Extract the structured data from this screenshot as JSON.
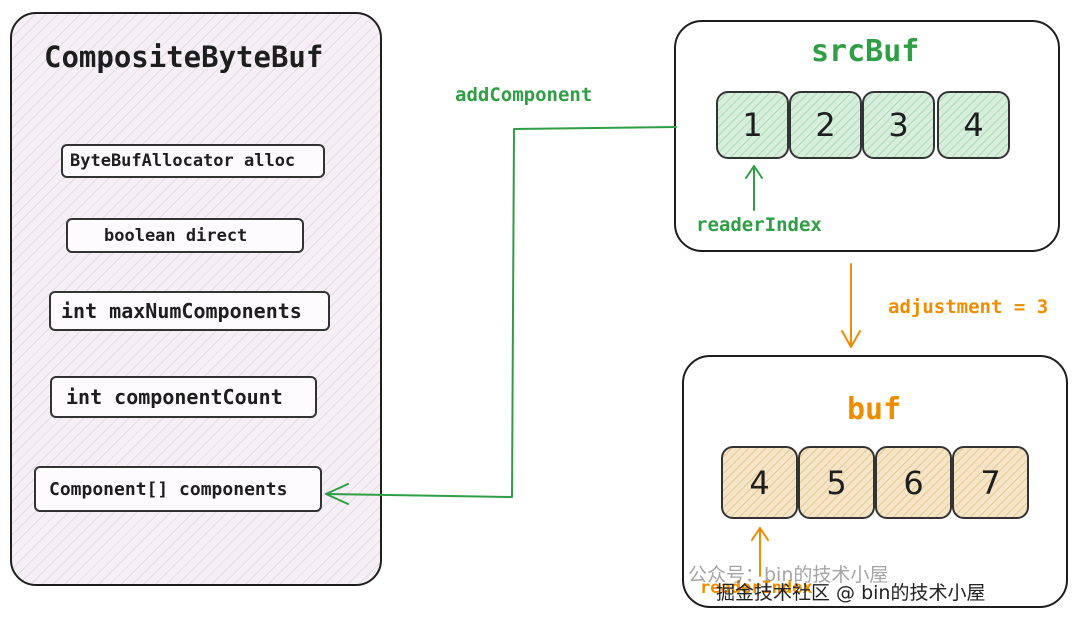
{
  "composite": {
    "title": "CompositeByteBuf",
    "fields": [
      "ByteBufAllocator alloc",
      "boolean direct",
      "int maxNumComponents",
      "int componentCount",
      "Component[] components"
    ]
  },
  "edges": {
    "add_component": "addComponent",
    "adjustment": "adjustment = 3"
  },
  "src_buf": {
    "title": "srcBuf",
    "cells": [
      "1",
      "2",
      "3",
      "4"
    ],
    "reader_index_label": "readerIndex"
  },
  "buf": {
    "title": "buf",
    "cells": [
      "4",
      "5",
      "6",
      "7"
    ],
    "reader_index_label": "readerIndex"
  },
  "watermark": {
    "line1": "公众号：bin的技术小屋",
    "line2": "掘金技术社区 @ bin的技术小屋"
  },
  "colors": {
    "green": "#2f9e44",
    "orange": "#f08c00",
    "composite_fill": "#f6f0f6",
    "src_cell_fill": "#d6eedb",
    "buf_cell_fill": "#f5e4c6"
  }
}
